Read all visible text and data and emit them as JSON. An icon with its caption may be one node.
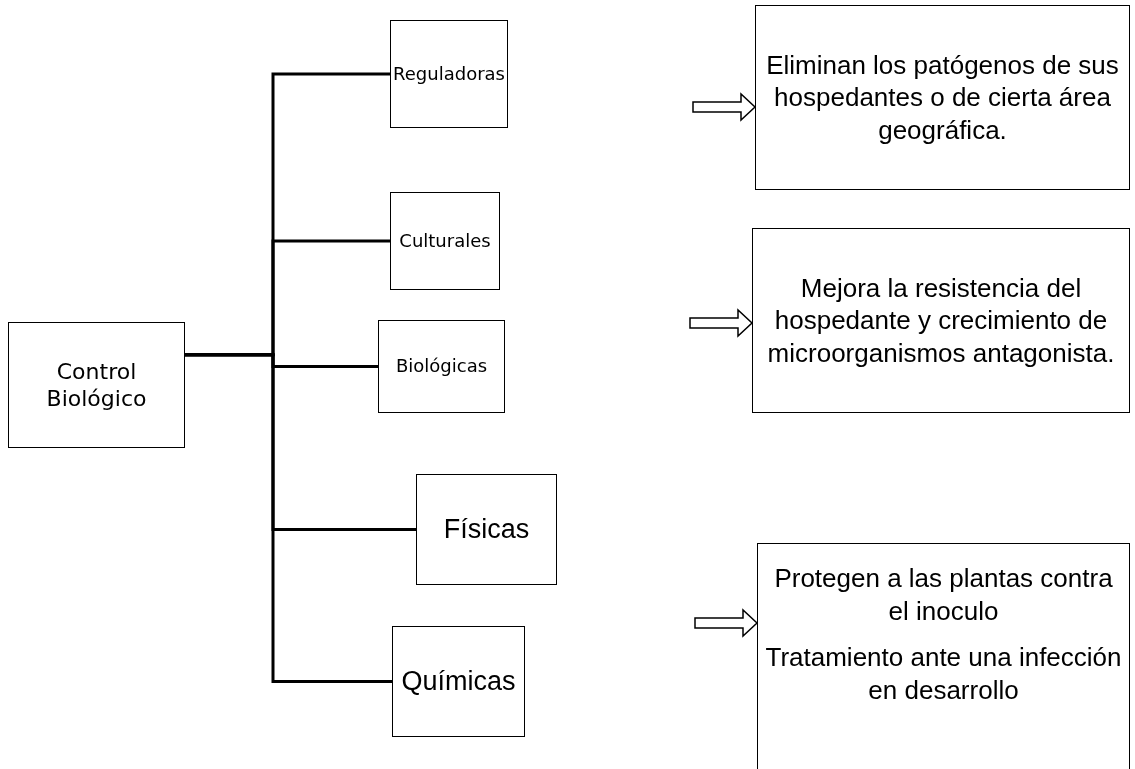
{
  "diagram": {
    "nodes": [
      {
        "text": [
          "Control Biológico"
        ]
      },
      {
        "text": [
          "Reguladoras"
        ]
      },
      {
        "text": [
          "Culturales"
        ]
      },
      {
        "text": [
          "Biológicas"
        ]
      },
      {
        "text": [
          "Físicas"
        ]
      },
      {
        "text": [
          "Químicas"
        ]
      },
      {
        "text": [
          "Eliminan los patógenos de sus hospedantes o de cierta área geográfica."
        ]
      },
      {
        "text": [
          "Mejora la resistencia del hospedante y crecimiento de microorganismos antagonista."
        ]
      },
      {
        "text": [
          "Protegen a las plantas contra el inoculo",
          "Tratamiento ante una infección en desarrollo"
        ]
      }
    ],
    "edges": [
      {
        "from": 0,
        "to": 1,
        "arrow": "none"
      },
      {
        "from": 0,
        "to": 2,
        "arrow": "none"
      },
      {
        "from": 0,
        "to": 3,
        "arrow": "none"
      },
      {
        "from": 0,
        "to": 4,
        "arrow": "none"
      },
      {
        "from": 0,
        "to": 5,
        "arrow": "none"
      },
      {
        "from": null,
        "to": 6,
        "arrow": "to"
      },
      {
        "from": null,
        "to": 7,
        "arrow": "to"
      },
      {
        "from": null,
        "to": 8,
        "arrow": "to"
      }
    ]
  }
}
